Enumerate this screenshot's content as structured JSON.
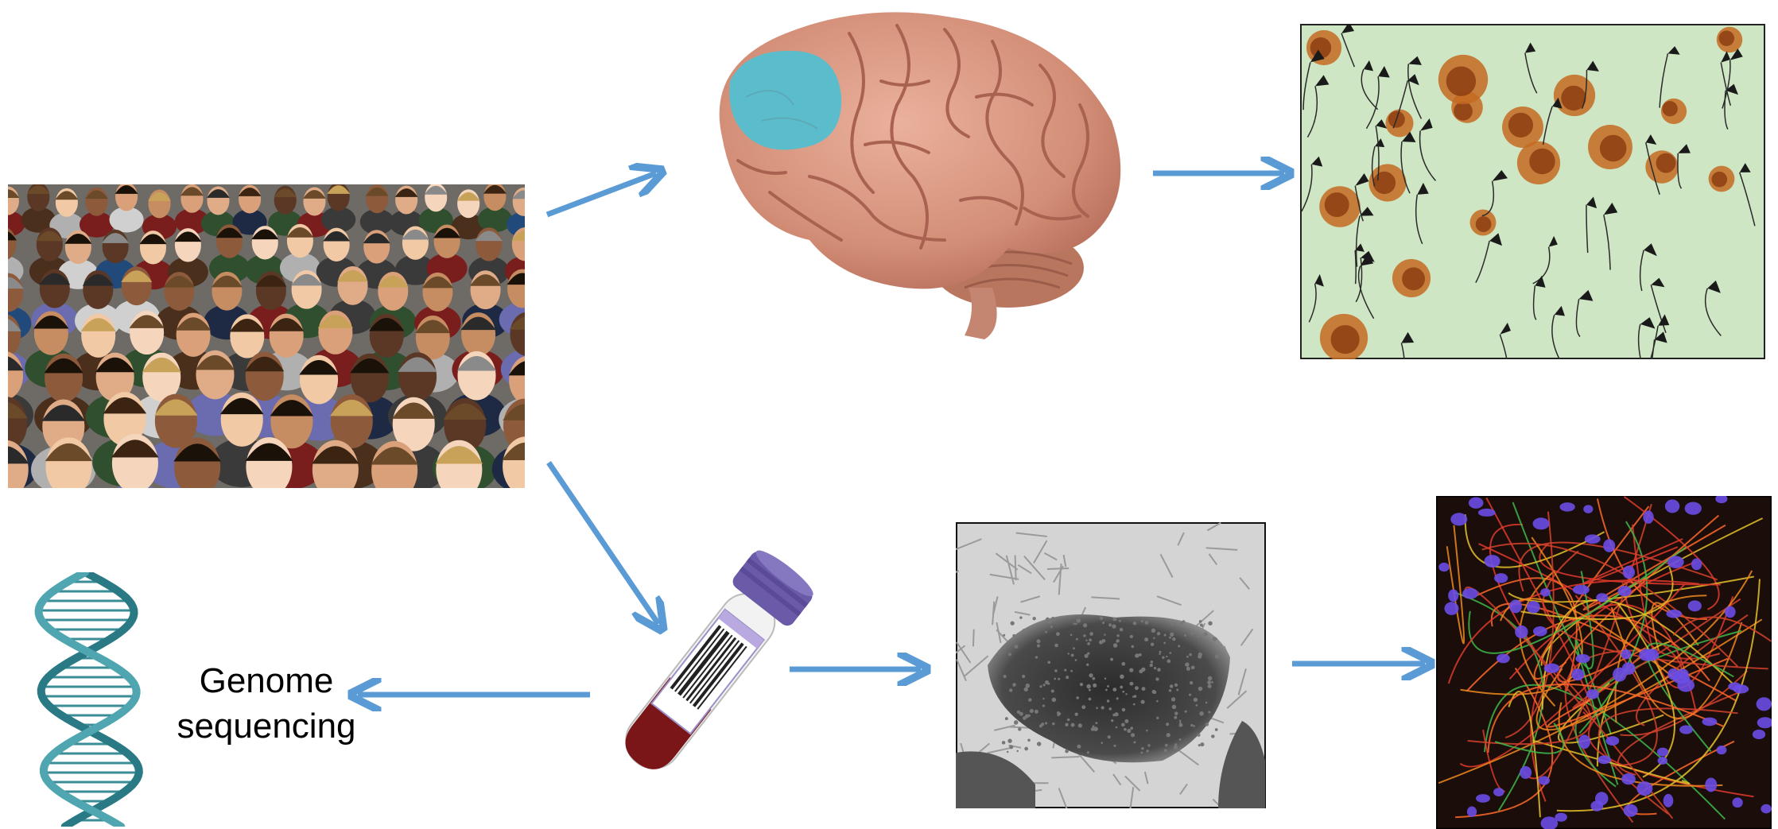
{
  "diagram": {
    "genome_label_line1": "Genome",
    "genome_label_line2": "sequencing"
  },
  "colors": {
    "arrow": "#5b9bd5",
    "highlight_region": "#5bbccc",
    "brain_tissue": "#d9957f",
    "immunostain_background": "#c9e4c0",
    "tube_cap": "#6a5aa8",
    "blood": "#7a1518"
  },
  "icons": [
    "crowd-photo",
    "brain-icon",
    "tissue-stain-image",
    "blood-tube-icon",
    "stem-cell-colony-image",
    "neuron-fluorescence-image",
    "dna-helix-icon"
  ]
}
